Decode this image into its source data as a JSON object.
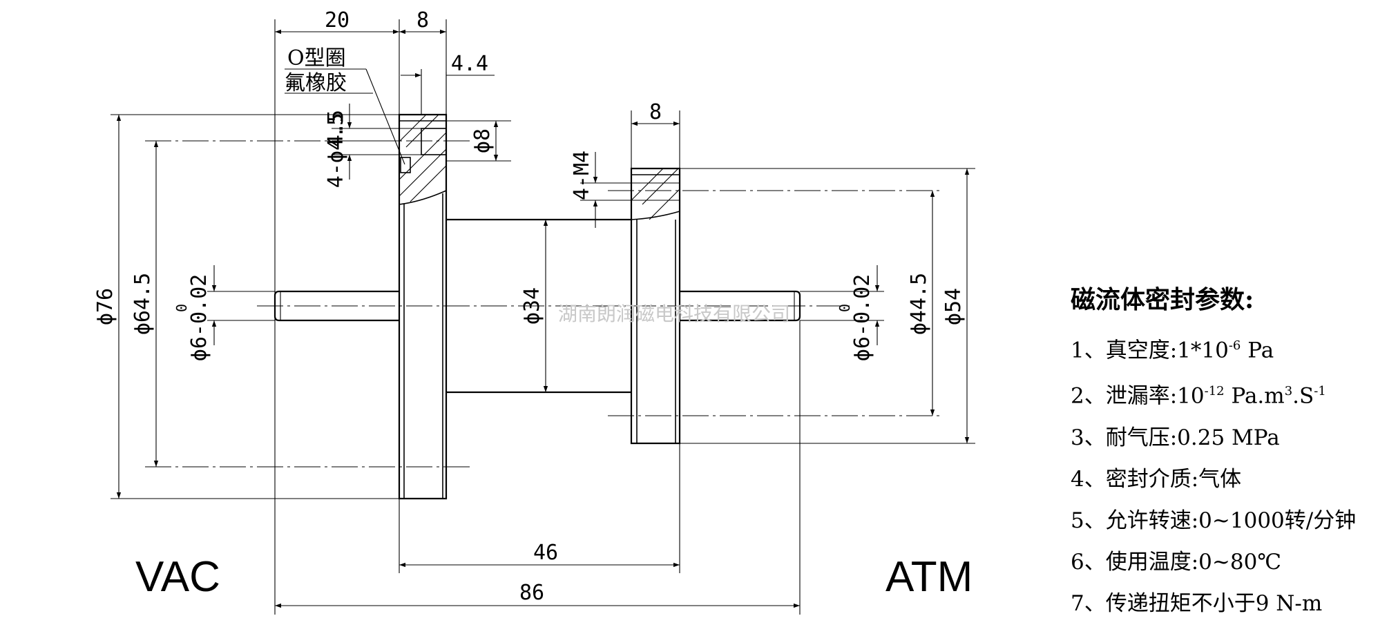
{
  "labels": {
    "oring_1": "O型圈",
    "oring_2": "氟橡胶",
    "vac": "VAC",
    "atm": "ATM",
    "watermark": "湖南朗润磁电科技有限公司"
  },
  "dims": {
    "d20": "20",
    "d8_top": "8",
    "d4_4": "4.4",
    "d8_right": "8",
    "phi76": "ϕ76",
    "phi64_5": "ϕ64.5",
    "d4_5": "4.5",
    "holes": "4-ϕ4.5",
    "phi8": "ϕ8",
    "m4": "4-M4",
    "phi34": "ϕ34",
    "phi6_left": "ϕ6-0.02",
    "phi6_right": "ϕ6-0.02",
    "tol_zero": "0",
    "phi44_5": "ϕ44.5",
    "phi54": "ϕ54",
    "d46": "46",
    "d86": "86"
  },
  "params": {
    "title": "磁流体密封参数:",
    "items": [
      {
        "label": "1、真空度:",
        "value": "1*10",
        "sup": "-6",
        "tail": " Pa"
      },
      {
        "label": "2、泄漏率:",
        "value": "10",
        "sup": "-12",
        "tail": " Pa.m",
        "sup2": "3",
        "tail2": ".S",
        "sup3": "-1"
      },
      {
        "label": "3、耐气压:",
        "value": "0.25 MPa"
      },
      {
        "label": "4、密封介质:",
        "value": "气体"
      },
      {
        "label": "5、允许转速:",
        "value": "0~1000转/分钟"
      },
      {
        "label": "6、使用温度:",
        "value": "0~80℃"
      },
      {
        "label": "7、传递扭矩不小于",
        "value": "9 N-m"
      }
    ]
  }
}
